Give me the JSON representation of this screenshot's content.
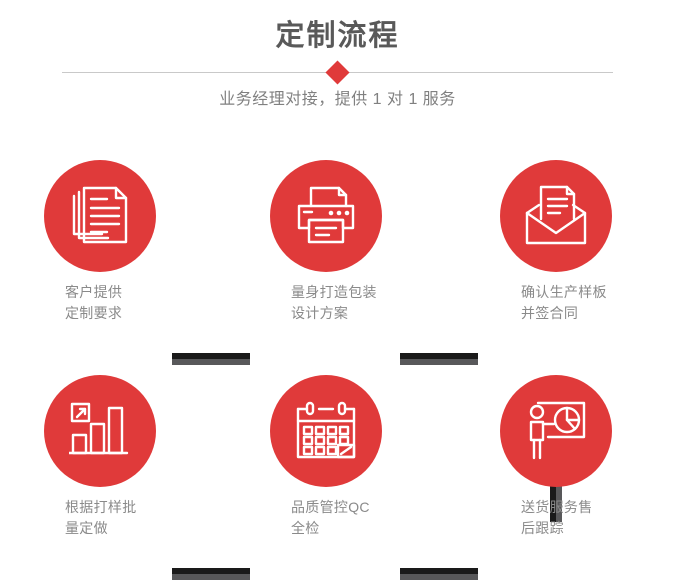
{
  "header": {
    "title": "定制流程",
    "subtitle": "业务经理对接，提供 1 对 1 服务",
    "divider_color": "#c9c9c9",
    "accent_color": "#e03a3a",
    "title_color": "#595959"
  },
  "steps": [
    {
      "index": 1,
      "icon": "documents-stack-icon",
      "caption": "客户提供\n定制要求"
    },
    {
      "index": 2,
      "icon": "printer-icon",
      "caption": "量身打造包装\n设计方案"
    },
    {
      "index": 3,
      "icon": "envelope-document-icon",
      "caption": "确认生产样板\n并签合同"
    },
    {
      "index": 4,
      "icon": "bar-chart-growth-icon",
      "caption": "根据打样批\n量定做"
    },
    {
      "index": 5,
      "icon": "calendar-check-icon",
      "caption": "品质管控QC\n全检"
    },
    {
      "index": 6,
      "icon": "presenter-pie-chart-icon",
      "caption": "送货服务售\n后跟踪"
    }
  ],
  "connectors": {
    "dark_color": "#1a1a1a",
    "light_color": "#58585a",
    "horizontal_count": 4,
    "vertical_count": 1
  }
}
